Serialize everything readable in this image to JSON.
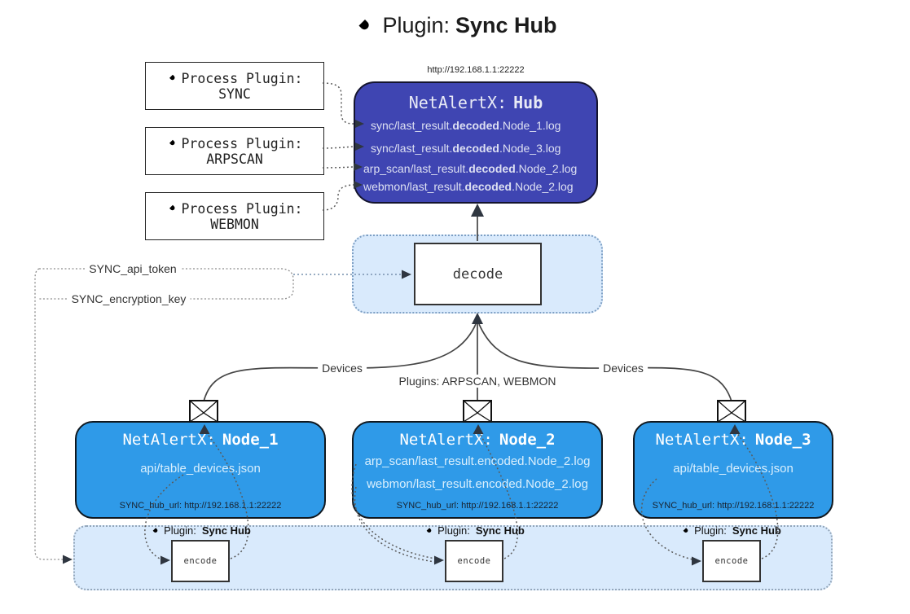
{
  "title": {
    "icon": "plug-icon",
    "prefix": "Plugin:",
    "name": "Sync Hub"
  },
  "hub": {
    "url": "http://192.168.1.1:22222",
    "title_prefix": "NetAlertX:",
    "title_name": "Hub",
    "logs": [
      {
        "pre": "sync/last_result.",
        "em": "decoded",
        "post": ".Node_1.log"
      },
      {
        "pre": "sync/last_result.",
        "em": "decoded",
        "post": ".Node_3.log"
      },
      {
        "pre": "arp_scan/last_result.",
        "em": "decoded",
        "post": ".Node_2.log"
      },
      {
        "pre": "webmon/last_result.",
        "em": "decoded",
        "post": ".Node_2.log"
      }
    ]
  },
  "process_plugins": [
    {
      "label": "Process Plugin:",
      "name": "SYNC"
    },
    {
      "label": "Process Plugin:",
      "name": "ARPSCAN"
    },
    {
      "label": "Process Plugin:",
      "name": "WEBMON"
    }
  ],
  "decode": {
    "label": "decode"
  },
  "flow_labels": {
    "api_token": "SYNC_api_token",
    "encryption_key": "SYNC_encryption_key",
    "devices_left": "Devices",
    "devices_right": "Devices",
    "plugins": "Plugins: ARPSCAN, WEBMON"
  },
  "nodes": [
    {
      "title_prefix": "NetAlertX:",
      "title_name": "Node_1",
      "files": [
        "api/table_devices.json"
      ],
      "hub_url": "SYNC_hub_url: http://192.168.1.1:22222"
    },
    {
      "title_prefix": "NetAlertX:",
      "title_name": "Node_2",
      "files": [
        "arp_scan/last_result.encoded.Node_2.log",
        "webmon/last_result.encoded.Node_2.log"
      ],
      "hub_url": "SYNC_hub_url: http://192.168.1.1:22222"
    },
    {
      "title_prefix": "NetAlertX:",
      "title_name": "Node_3",
      "files": [
        "api/table_devices.json"
      ],
      "hub_url": "SYNC_hub_url: http://192.168.1.1:22222"
    }
  ],
  "encoders": [
    {
      "label_prefix": "Plugin:",
      "label_name": "Sync Hub",
      "box": "encode"
    },
    {
      "label_prefix": "Plugin:",
      "label_name": "Sync Hub",
      "box": "encode"
    },
    {
      "label_prefix": "Plugin:",
      "label_name": "Sync Hub",
      "box": "encode"
    }
  ],
  "colors": {
    "hub_fill": "#3f45b2",
    "node_fill": "#2f9ae8",
    "panel_fill": "#d9eafc",
    "panel_border": "#7d9fc4",
    "line": "#454545",
    "arrow": "#2f3640"
  }
}
